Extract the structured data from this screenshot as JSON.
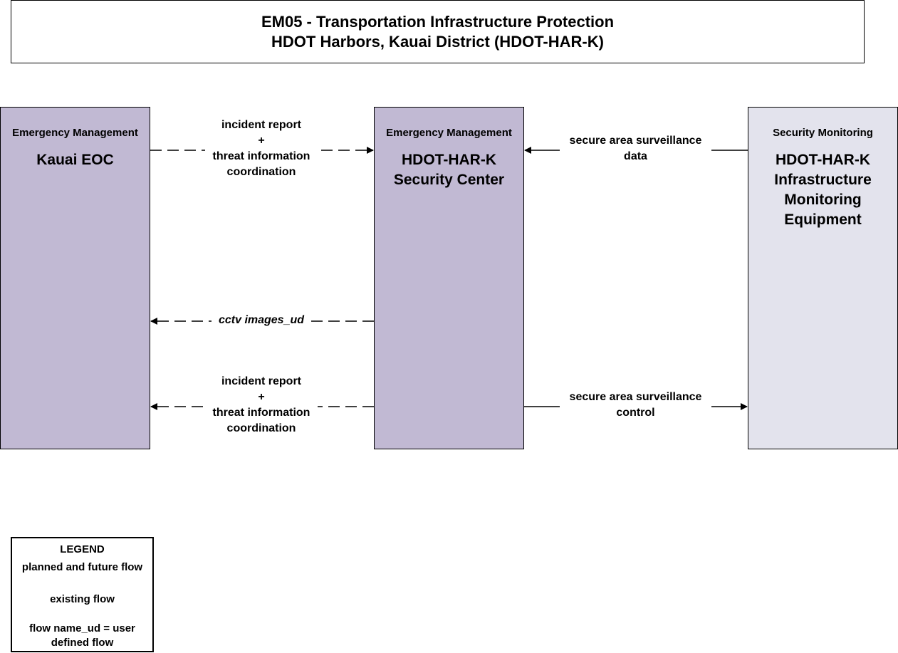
{
  "title": {
    "line1": "EM05 - Transportation Infrastructure Protection",
    "line2": "HDOT Harbors, Kauai District (HDOT-HAR-K)"
  },
  "nodes": {
    "kauai_eoc": {
      "category": "Emergency Management",
      "name": "Kauai EOC",
      "color": "#c1b9d3"
    },
    "security_center": {
      "category": "Emergency Management",
      "name_line1": "HDOT-HAR-K",
      "name_line2": "Security Center",
      "color": "#c1b9d3"
    },
    "monitoring": {
      "category": "Security Monitoring",
      "name_line1": "HDOT-HAR-K",
      "name_line2": "Infrastructure",
      "name_line3": "Monitoring",
      "name_line4": "Equipment",
      "color": "#e3e3ed"
    }
  },
  "flows": [
    {
      "from": "Kauai EOC",
      "to": "HDOT-HAR-K Security Center",
      "style": "planned",
      "label": [
        "incident report",
        "+",
        "threat information",
        "coordination"
      ]
    },
    {
      "from": "HDOT-HAR-K Infrastructure Monitoring Equipment",
      "to": "HDOT-HAR-K Security Center",
      "style": "existing",
      "label": [
        "secure area surveillance",
        "data"
      ]
    },
    {
      "from": "HDOT-HAR-K Security Center",
      "to": "Kauai EOC",
      "style": "planned",
      "user_defined": true,
      "label": [
        "cctv images_ud"
      ]
    },
    {
      "from": "HDOT-HAR-K Security Center",
      "to": "Kauai EOC",
      "style": "planned",
      "label": [
        "incident report",
        "+",
        "threat information",
        "coordination"
      ]
    },
    {
      "from": "HDOT-HAR-K Security Center",
      "to": "HDOT-HAR-K Infrastructure Monitoring Equipment",
      "style": "existing",
      "label": [
        "secure area surveillance",
        "control"
      ]
    }
  ],
  "legend": {
    "title": "LEGEND",
    "planned": "planned and future flow",
    "existing": "existing flow",
    "ud_line1": "flow name_ud = user",
    "ud_line2": "defined flow"
  }
}
